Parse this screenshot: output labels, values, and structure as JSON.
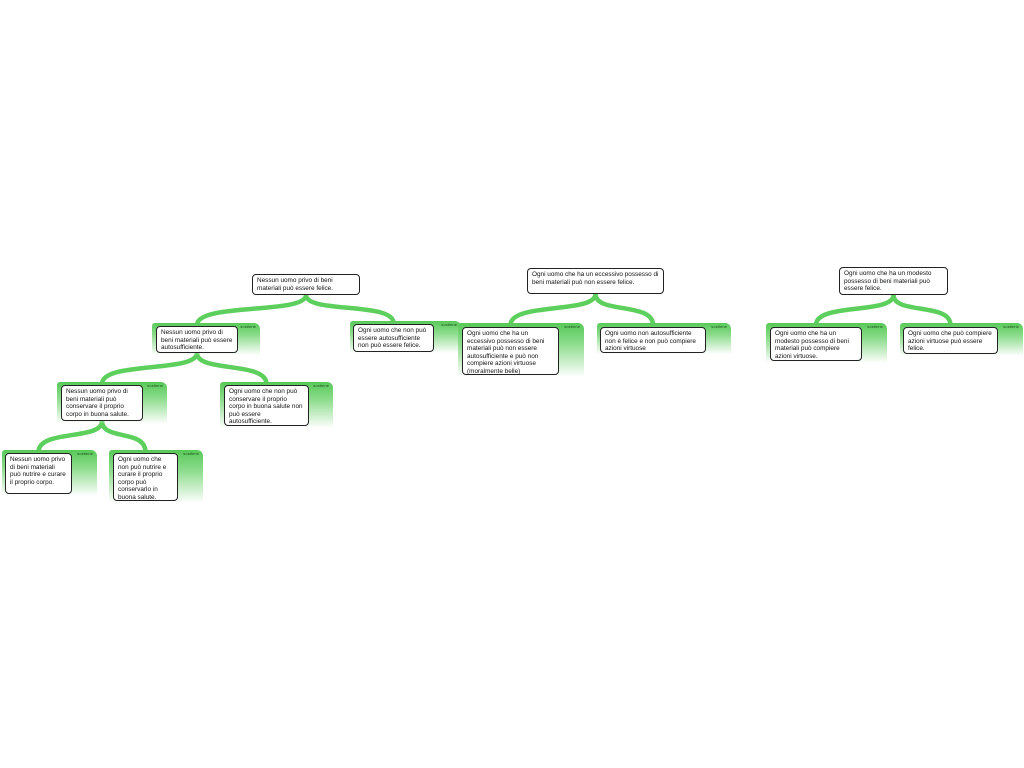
{
  "support_label": "sostiene",
  "colors": {
    "link": "#5dcf5d",
    "support_top": "#57c957",
    "node_border": "#222222"
  },
  "trees": [
    {
      "id": "t1",
      "nodes": [
        {
          "id": "n1",
          "text": "Nessun uomo privo di beni materiali può essere felice."
        },
        {
          "id": "n2",
          "text": "Nessun uomo privo di beni materiali può essere autosufficiente."
        },
        {
          "id": "n3",
          "text": "Ogni uomo che non può essere autosufficiente non può essere felice."
        },
        {
          "id": "n4",
          "text": "Nessun uomo privo di beni materiali può conservare il proprio corpo in buona salute."
        },
        {
          "id": "n5",
          "text": "Ogni uomo che non può conservare il proprio corpo in buona salute non può essere autosufficiente."
        },
        {
          "id": "n6",
          "text": "Nessun uomo privo di beni materiali può nutrire e curare il proprio corpo."
        },
        {
          "id": "n7",
          "text": "Ogni uomo che non può nutrire e curare il proprio corpo può conservarlo in buona salute."
        }
      ]
    },
    {
      "id": "t2",
      "nodes": [
        {
          "id": "m1",
          "text": "Ogni uomo che ha un eccessivo possesso di beni materiali può non essere felice."
        },
        {
          "id": "m2",
          "text": "Ogni uomo che ha un eccessivo possesso di beni materiali può non essere autosufficiente e può non compiere azioni virtuose (moralmente belle)"
        },
        {
          "id": "m3",
          "text": "Ogni uomo non autosufficiente non è felice e non può compiere azioni virtuose"
        }
      ]
    },
    {
      "id": "t3",
      "nodes": [
        {
          "id": "p1",
          "text": "Ogni uomo che ha un modesto possesso di beni materiali può essere felice."
        },
        {
          "id": "p2",
          "text": "Ogni uomo che ha un modesto possesso di beni materiali può compiere azioni virtuose."
        },
        {
          "id": "p3",
          "text": "Ogni uomo che può compiere azioni virtuose può essere felice."
        }
      ]
    }
  ]
}
